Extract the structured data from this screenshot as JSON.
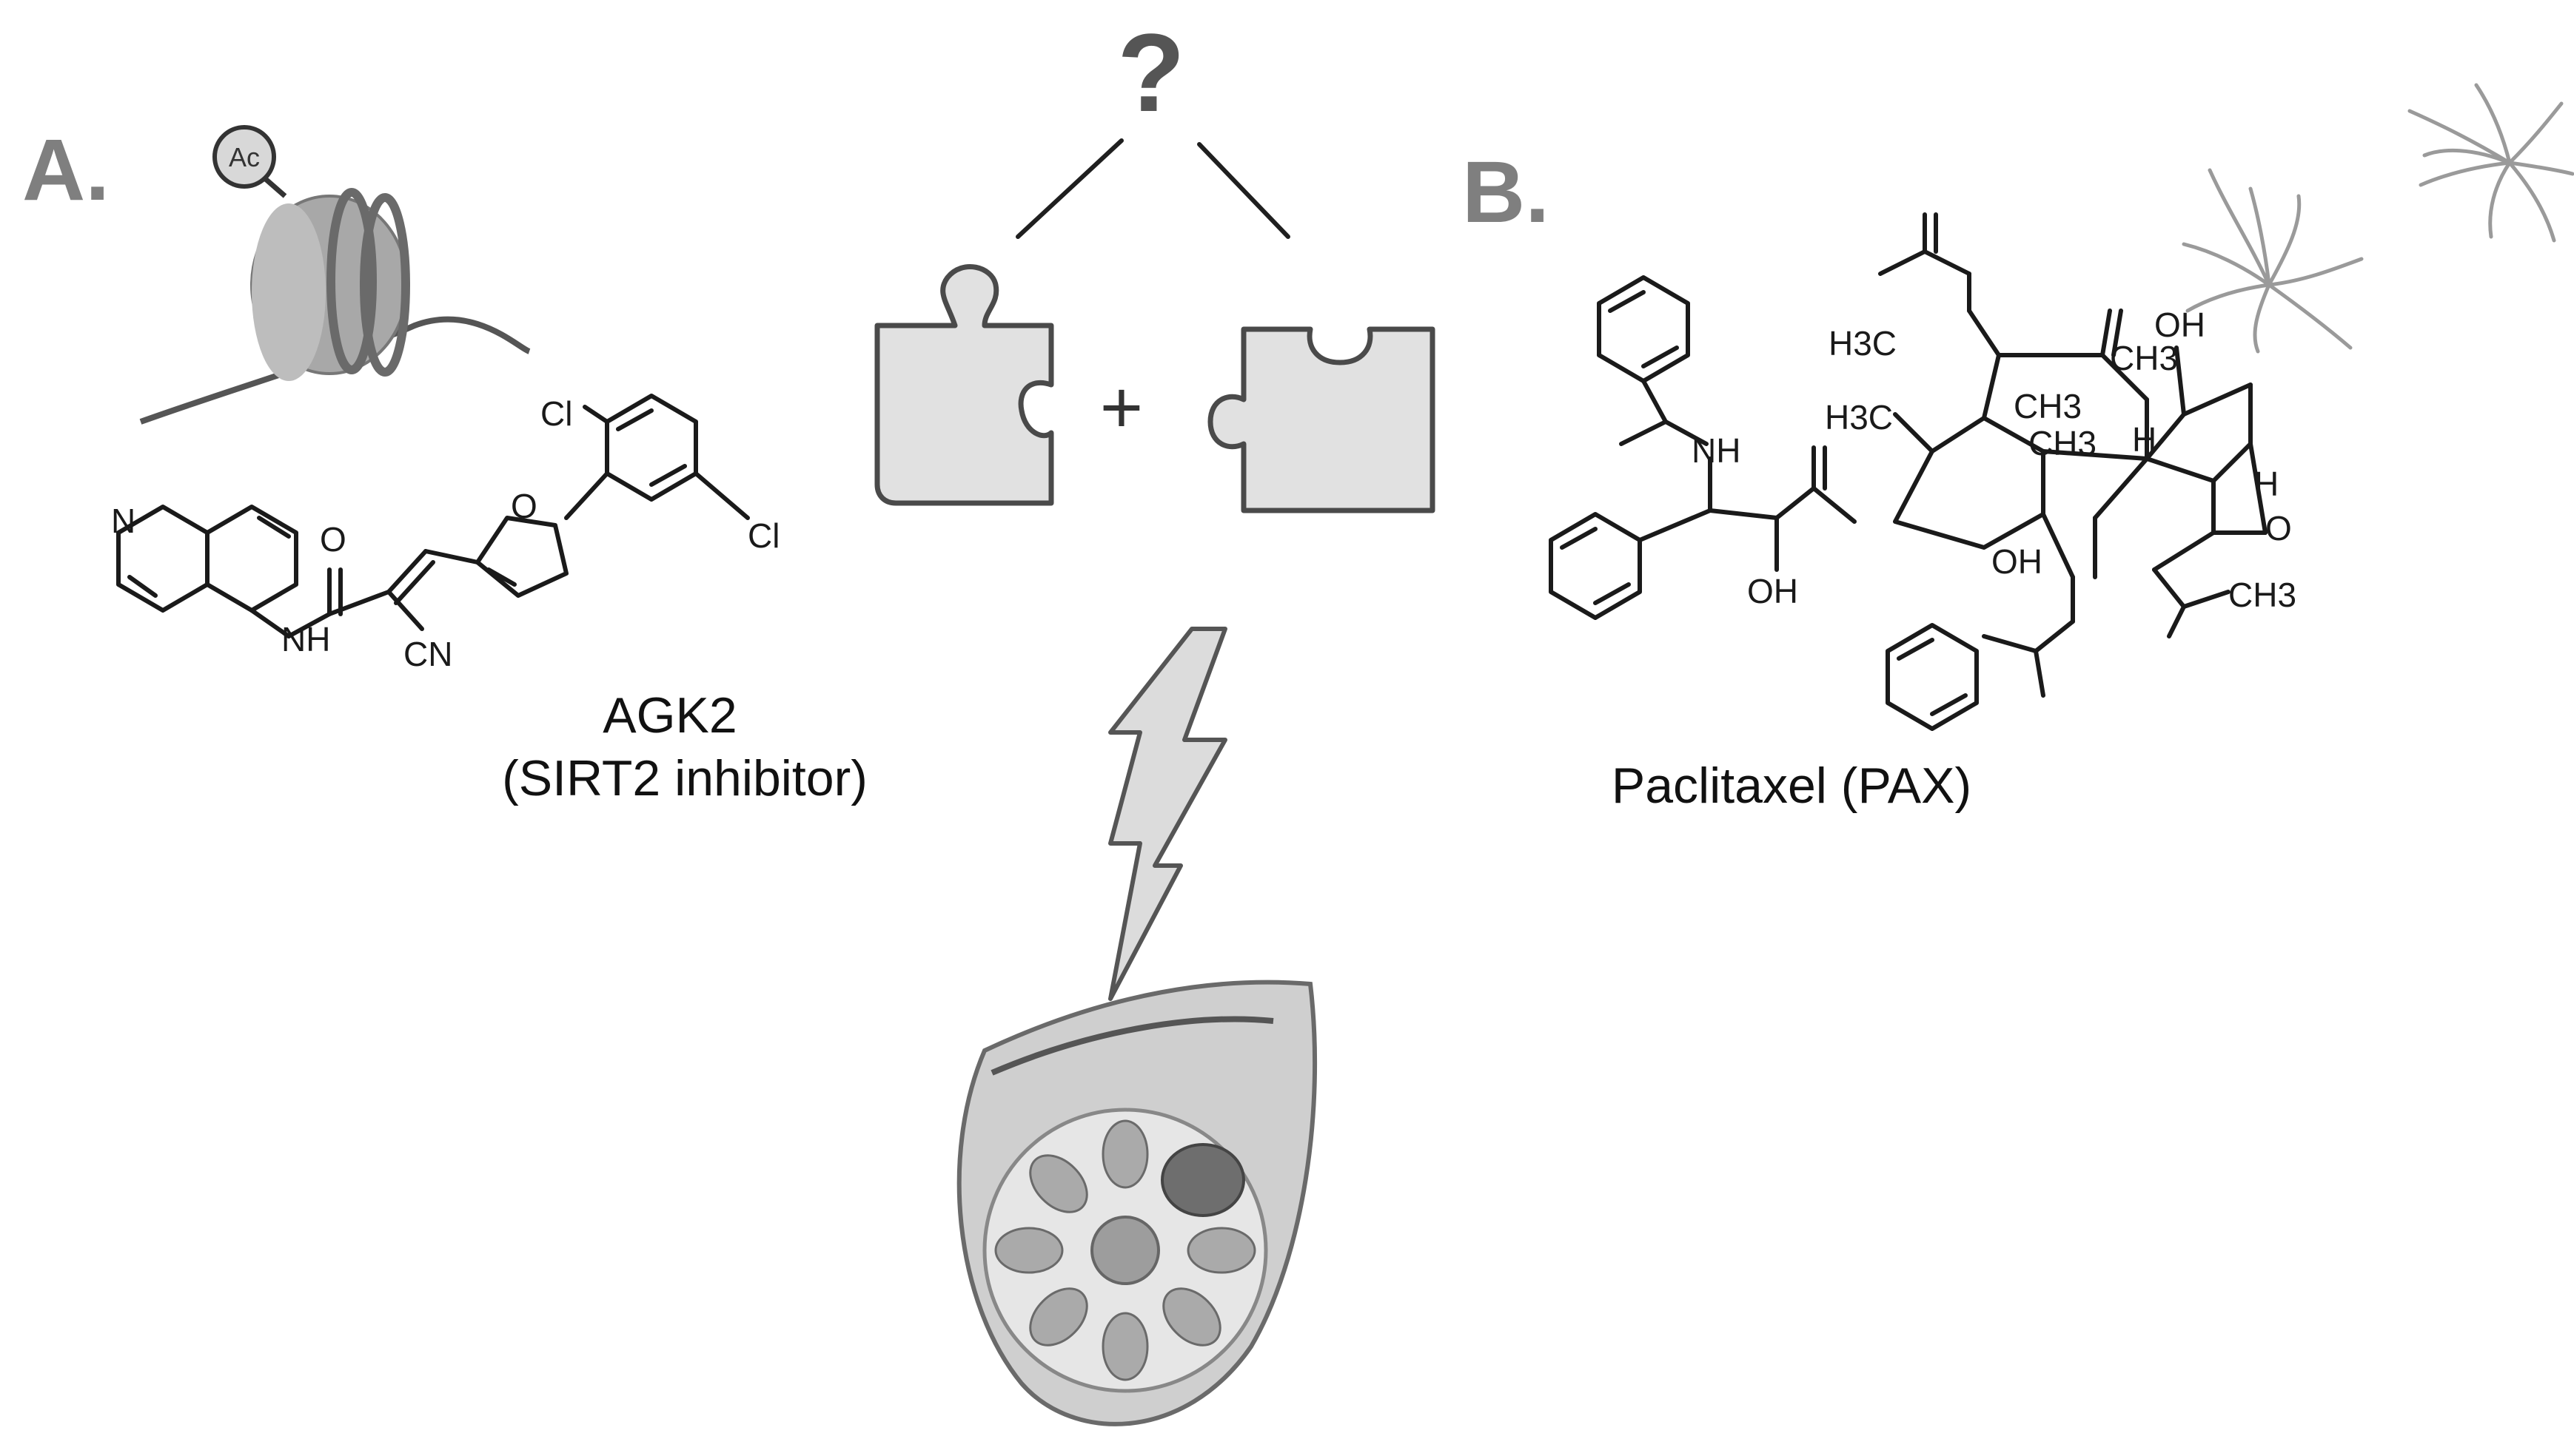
{
  "panels": {
    "a_label": "A.",
    "b_label": "B."
  },
  "center": {
    "question_mark": "?",
    "plus_sign": "+"
  },
  "agk2": {
    "name": "AGK2",
    "description": "(SIRT2 inhibitor)",
    "acetyl_tag": "Ac",
    "atoms": {
      "n_ring": "N",
      "oxygen": "O",
      "amide": "NH",
      "nitrile": "CN",
      "furan_o": "O",
      "chloro_1": "Cl",
      "chloro_2": "Cl"
    }
  },
  "paclitaxel": {
    "name": "Paclitaxel (PAX)",
    "atoms": {
      "methyl_top": "H3C",
      "methyl_left": "H3C",
      "ch3_a": "CH3",
      "ch3_b": "CH3",
      "ch3_c": "CH3",
      "ch3_right": "CH3",
      "oh_top": "OH",
      "oh_mid": "OH",
      "oh_bottom": "OH",
      "nh": "NH",
      "h_a": "H",
      "h_b": "H",
      "o": "O"
    }
  },
  "colors": {
    "panel_letter": "#7f7f7f",
    "puzzle_fill": "#e1e1e1",
    "puzzle_stroke": "#4a4a4a",
    "bolt_fill": "#dcdcdc",
    "histone": "#9a9a9a",
    "tumor": "#6e6e6e"
  },
  "icons": [
    "histone-nucleosome-icon",
    "puzzle-piece-icon",
    "lightning-bolt-icon",
    "breast-tissue-icon",
    "microtubule-aster-icon"
  ]
}
